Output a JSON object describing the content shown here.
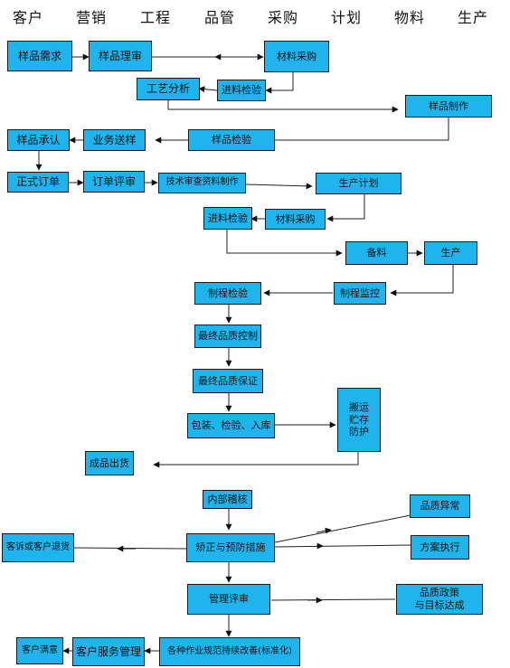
{
  "departments": [
    "客户",
    "营销",
    "工程",
    "品管",
    "采购",
    "计划",
    "物料",
    "生产"
  ],
  "boxes": {
    "sample_demand": "样品需求",
    "sample_review": "样品理审",
    "material_purchase_1": "材料采购",
    "process_analysis": "工艺分析",
    "incoming_inspection_1": "进料检验",
    "sample_making": "样品制作",
    "sample_approval": "样品承认",
    "business_delivery": "业务送样",
    "sample_inspection": "样品检验",
    "formal_order": "正式订单",
    "order_review": "订单评审",
    "tech_docs": "技术审查资料制作",
    "production_plan": "生产计划",
    "incoming_inspection_2": "进料检验",
    "material_purchase_2": "材料采购",
    "material_prep": "备料",
    "production": "生产",
    "process_inspection": "制程检验",
    "process_monitoring": "制程监控",
    "final_quality_control": "最终品质控制",
    "final_quality_assurance": "最终品质保证",
    "packing_storage": "包装、检验、入库",
    "handling_storage_line1": "搬运",
    "handling_storage_line2": "贮存",
    "handling_storage_line3": "防护",
    "finished_shipment": "成品出货",
    "internal_audit": "内部稽核",
    "quality_abnormal": "品质异常",
    "complaint_return": "客诉或客户退货",
    "corrective_preventive": "矫正与预防措施",
    "action_execution": "方案执行",
    "management_review": "管理评审",
    "quality_policy_line1": "品质政策",
    "quality_policy_line2": "与目标达成",
    "customer_satisfaction": "客户满意",
    "customer_service": "客户服务管理",
    "standardization": "各种作业规范持续改善(标准化)"
  }
}
